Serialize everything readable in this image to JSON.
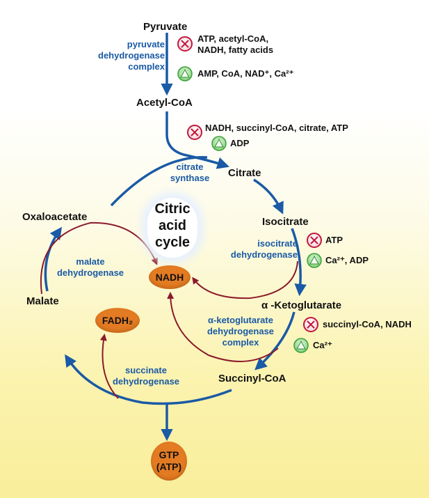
{
  "metabolites": {
    "pyruvate": "Pyruvate",
    "acetyl_coa": "Acetyl-CoA",
    "citrate": "Citrate",
    "isocitrate": "Isocitrate",
    "alpha_kg": "α -Ketoglutarate",
    "succinyl_coa": "Succinyl-CoA",
    "malate": "Malate",
    "oxaloacetate": "Oxaloacetate"
  },
  "cycle_title": [
    "Citric",
    "acid",
    "cycle"
  ],
  "enzymes": {
    "pdh": [
      "pyruvate",
      "dehydrogenase",
      "complex"
    ],
    "citrate_synthase": [
      "citrate",
      "synthase"
    ],
    "icdh": [
      "isocitrate",
      "dehydrogenase"
    ],
    "akgdh": [
      "α-ketoglutarate",
      "dehydrogenase",
      "complex"
    ],
    "sdh": [
      "succinate",
      "dehydrogenase"
    ],
    "mdh": [
      "malate",
      "dehydrogenase"
    ]
  },
  "regulators": {
    "pdh_inhibitors": [
      "ATP, acetyl-CoA,",
      "NADH, fatty acids"
    ],
    "pdh_activators": "AMP, CoA, NAD⁺, Ca²⁺",
    "cs_inhibitors": "NADH, succinyl-CoA, citrate, ATP",
    "cs_activators": "ADP",
    "icdh_inhibitors": "ATP",
    "icdh_activators": "Ca²⁺, ADP",
    "akgdh_inhibitors": "succinyl-CoA, NADH",
    "akgdh_activators": "Ca²⁺"
  },
  "products": {
    "nadh": "NADH",
    "fadh2": "FADH₂",
    "gtp": [
      "GTP",
      "(ATP)"
    ]
  },
  "colors": {
    "cycle_arrow": "#1a5aa6",
    "product_arrow": "#8b1a2a",
    "enzyme_text": "#1a5aa6",
    "product_oval": "#e27b22",
    "inhibitor": "#c2163a",
    "activator": "#3aa13a"
  },
  "icons": {
    "inhibitor": "inhibit-circle-x-icon",
    "activator": "activate-triangle-icon"
  }
}
